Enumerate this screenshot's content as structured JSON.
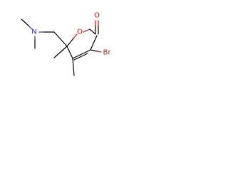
{
  "molecule": {
    "atoms": {
      "ring_oxygen": "O",
      "carbonyl_oxygen": "O",
      "bromine": "Br",
      "nitrogen": "N"
    },
    "colors": {
      "oxygen": "#e60000",
      "bromine": "#a52a2a",
      "nitrogen": "#2a2acc",
      "carbon": "#000000"
    }
  }
}
